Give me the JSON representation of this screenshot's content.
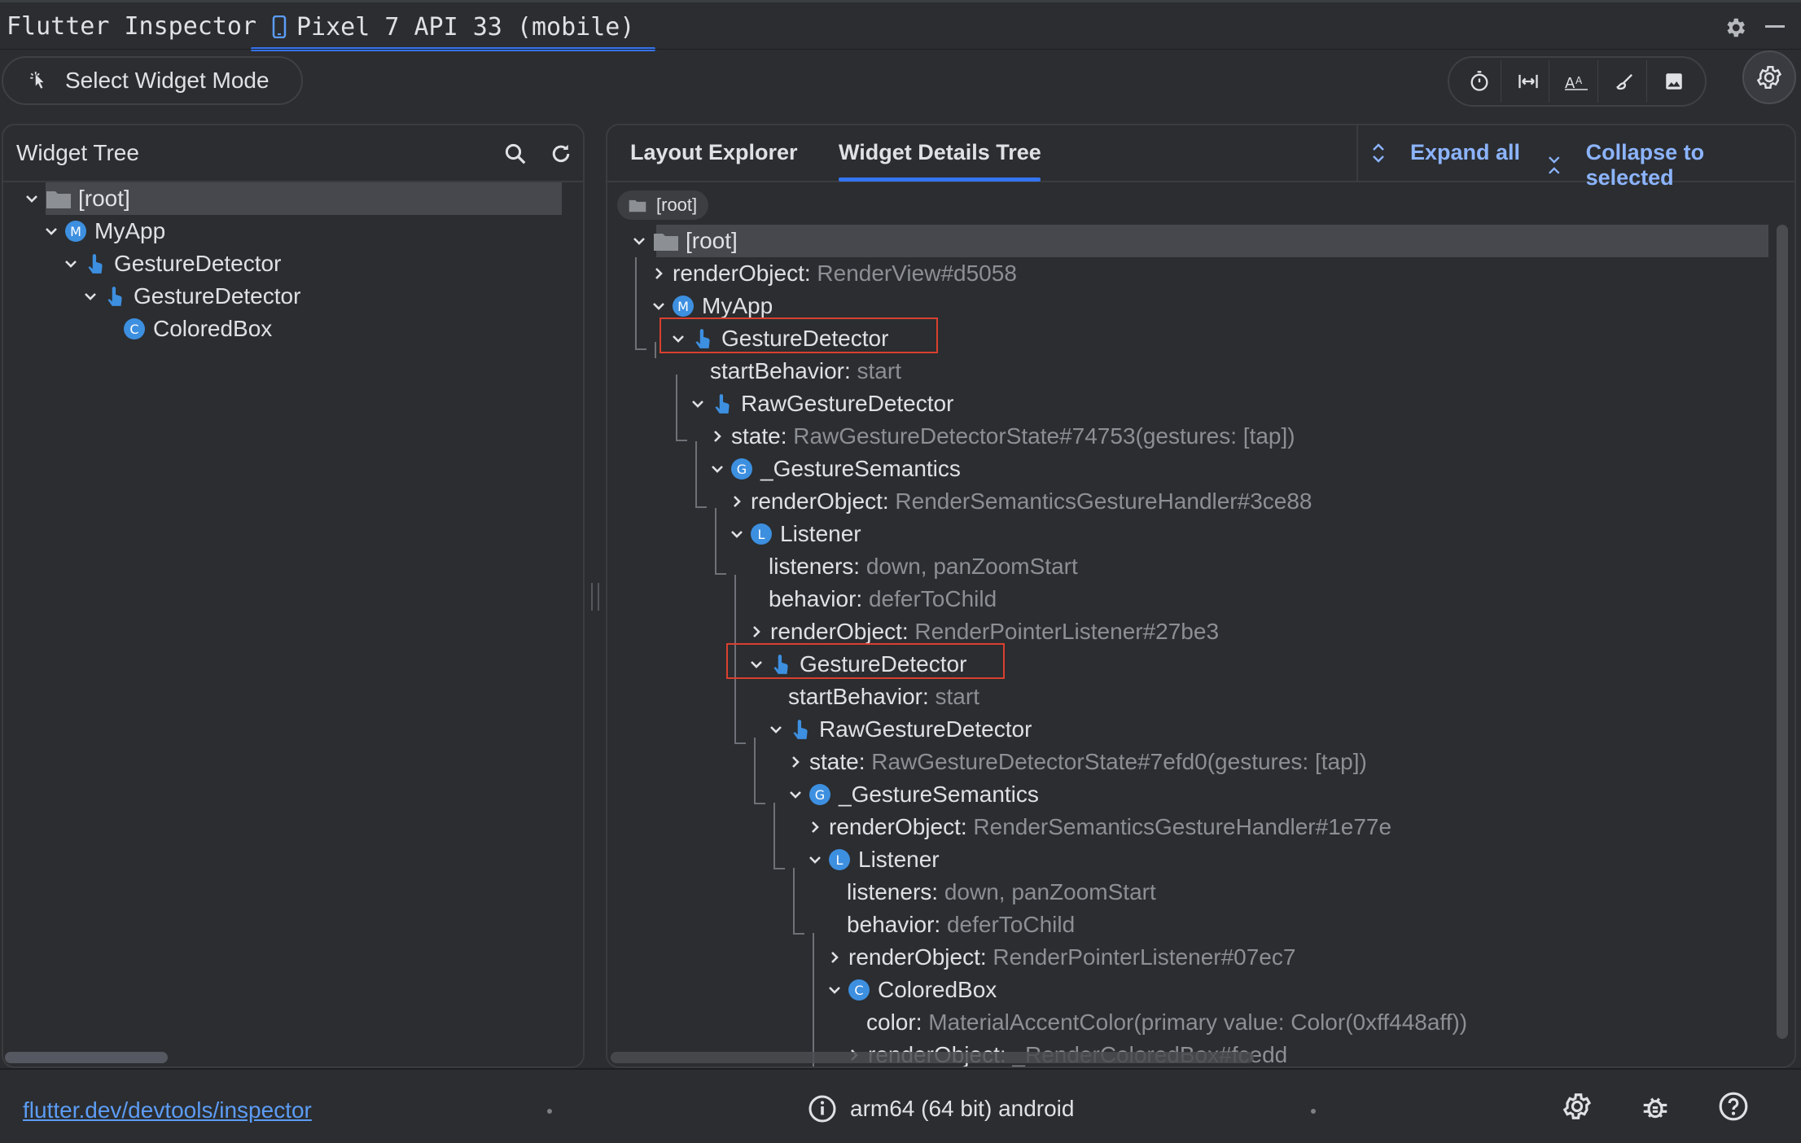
{
  "window": {
    "title": "Flutter Inspector",
    "device_tab": "Pixel 7 API 33 (mobile)"
  },
  "toolbar": {
    "select_mode_label": "Select Widget Mode"
  },
  "left_panel": {
    "title": "Widget Tree",
    "rows": [
      "[root]",
      "MyApp",
      "GestureDetector",
      "GestureDetector",
      "ColoredBox"
    ]
  },
  "right_panel": {
    "tabs": [
      "Layout Explorer",
      "Widget Details Tree"
    ],
    "expand_all": "Expand all",
    "collapse_to_selected": "Collapse to selected",
    "breadcrumb": "[root]",
    "rows": [
      {
        "key": "[root]",
        "val": ""
      },
      {
        "key": "renderObject:",
        "val": "RenderView",
        "hash": "#d5058"
      },
      {
        "key": "MyApp",
        "val": ""
      },
      {
        "key": "GestureDetector",
        "val": ""
      },
      {
        "key": "startBehavior:",
        "val": "start"
      },
      {
        "key": "RawGestureDetector",
        "val": ""
      },
      {
        "key": "state:",
        "val": "RawGestureDetectorState",
        "hash": "#74753(gestures: [tap])"
      },
      {
        "key": "_GestureSemantics",
        "val": ""
      },
      {
        "key": "renderObject:",
        "val": "RenderSemanticsGestureHandler",
        "hash": "#3ce88"
      },
      {
        "key": "Listener",
        "val": ""
      },
      {
        "key": "listeners:",
        "val": "down, panZoomStart"
      },
      {
        "key": "behavior:",
        "val": "deferToChild"
      },
      {
        "key": "renderObject:",
        "val": "RenderPointerListener",
        "hash": "#27be3"
      },
      {
        "key": "GestureDetector",
        "val": ""
      },
      {
        "key": "startBehavior:",
        "val": "start"
      },
      {
        "key": "RawGestureDetector",
        "val": ""
      },
      {
        "key": "state:",
        "val": "RawGestureDetectorState",
        "hash": "#7efd0(gestures: [tap])"
      },
      {
        "key": "_GestureSemantics",
        "val": ""
      },
      {
        "key": "renderObject:",
        "val": "RenderSemanticsGestureHandler",
        "hash": "#1e77e"
      },
      {
        "key": "Listener",
        "val": ""
      },
      {
        "key": "listeners:",
        "val": "down, panZoomStart"
      },
      {
        "key": "behavior:",
        "val": "deferToChild"
      },
      {
        "key": "renderObject:",
        "val": "RenderPointerListener",
        "hash": "#07ec7"
      },
      {
        "key": "ColoredBox",
        "val": ""
      },
      {
        "key": "color:",
        "val": "MaterialAccentColor(primary value: Color(0xff448aff))"
      },
      {
        "key": "renderObject:",
        "val": "_RenderColoredBox",
        "hash": "#fcedd"
      }
    ]
  },
  "badges": {
    "M": "M",
    "C": "C",
    "G": "G",
    "L": "L"
  },
  "statusbar": {
    "link": "flutter.dev/devtools/inspector",
    "arch": "arm64 (64 bit) android"
  },
  "colors": {
    "accent": "#3574f0",
    "highlight": "#d9402f",
    "badge": "#3d8fe0"
  }
}
